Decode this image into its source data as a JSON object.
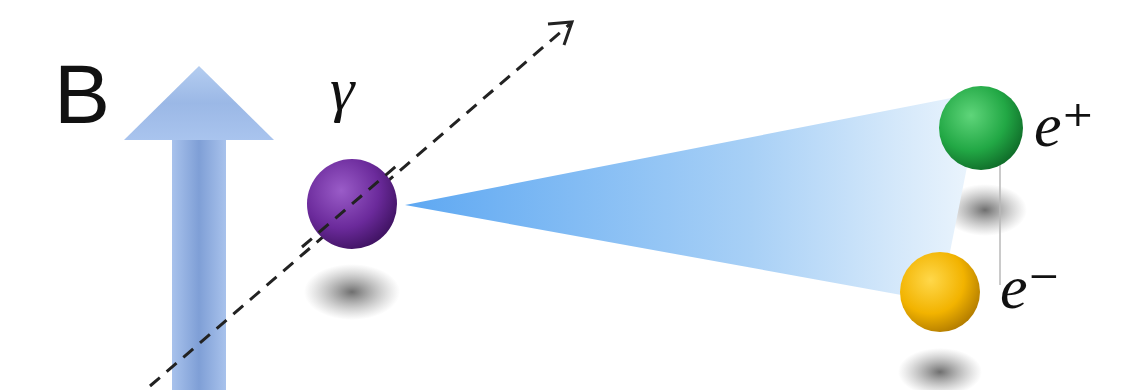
{
  "diagram": {
    "labels": [
      "B",
      "γ",
      "e⁺",
      "e⁻"
    ]
  }
}
